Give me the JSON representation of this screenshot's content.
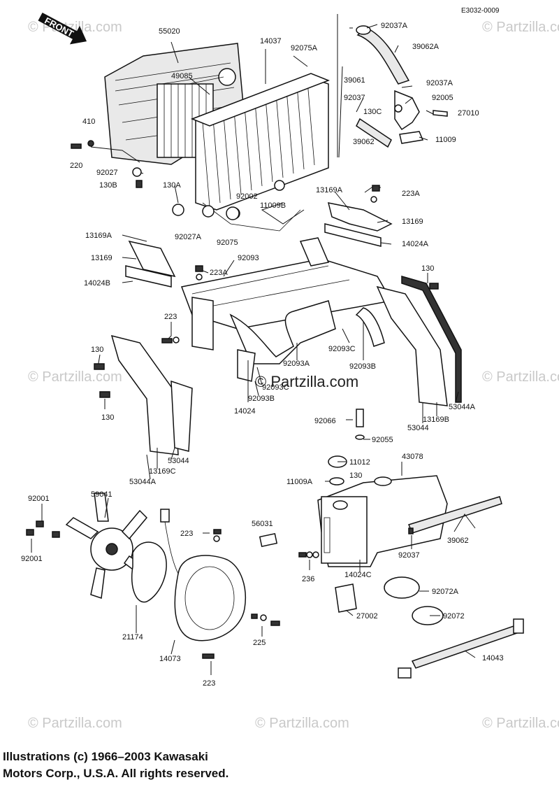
{
  "document_code": "E3032-0009",
  "front_label": "FRONT",
  "watermark": "© Partzilla.com",
  "callouts": {
    "c55020": "55020",
    "c14037": "14037",
    "c92075A": "92075A",
    "c49085": "49085",
    "c39061": "39061",
    "c92037A_top": "92037A",
    "c39062A": "39062A",
    "c92037A_mid": "92037A",
    "c92037": "92037",
    "c92005": "92005",
    "c130C": "130C",
    "c27010": "27010",
    "c39062_top": "39062",
    "c11009": "11009",
    "c410": "410",
    "c220": "220",
    "c92027": "92027",
    "c130B": "130B",
    "c130A": "130A",
    "c92002": "92002",
    "c11009B": "11009B",
    "c92027A": "92027A",
    "c92075": "92075",
    "c13169A_right": "13169A",
    "c223A_right": "223A",
    "c13169_right": "13169",
    "c14024A": "14024A",
    "c13169A_left": "13169A",
    "c13169_left": "13169",
    "c14024B": "14024B",
    "c92093": "92093",
    "c223A_mid": "223A",
    "c130_right": "130",
    "c223_mid": "223",
    "c130_left1": "130",
    "c130_left2": "130",
    "c92093C_right": "92093C",
    "c92093B_right": "92093B",
    "c92093A": "92093A",
    "c92093C_mid": "92093C",
    "c92093B_mid": "92093B",
    "c14024": "14024",
    "c53044A_right": "53044A",
    "c53044_right": "53044",
    "c13169B": "13169B",
    "c92066": "92066",
    "c92055": "92055",
    "c13169C": "13169C",
    "c53044_left": "53044",
    "c53044A_left": "53044A",
    "c11012": "11012",
    "c43078": "43078",
    "c11009A": "11009A",
    "c130_tank": "130",
    "c92001_top": "92001",
    "c59041": "59041",
    "c92001_bottom": "92001",
    "c223_fan": "223",
    "c56031": "56031",
    "c39062_right": "39062",
    "c92037_tank": "92037",
    "c236": "236",
    "c14024C": "14024C",
    "c92072A": "92072A",
    "c27002": "27002",
    "c92072": "92072",
    "c21174": "21174",
    "c225": "225",
    "c14073": "14073",
    "c223_bottom": "223",
    "c14043": "14043"
  },
  "copyright": {
    "line1": "Illustrations (c) 1966–2003 Kawasaki",
    "line2": "Motors Corp., U.S.A.  All rights reserved."
  }
}
